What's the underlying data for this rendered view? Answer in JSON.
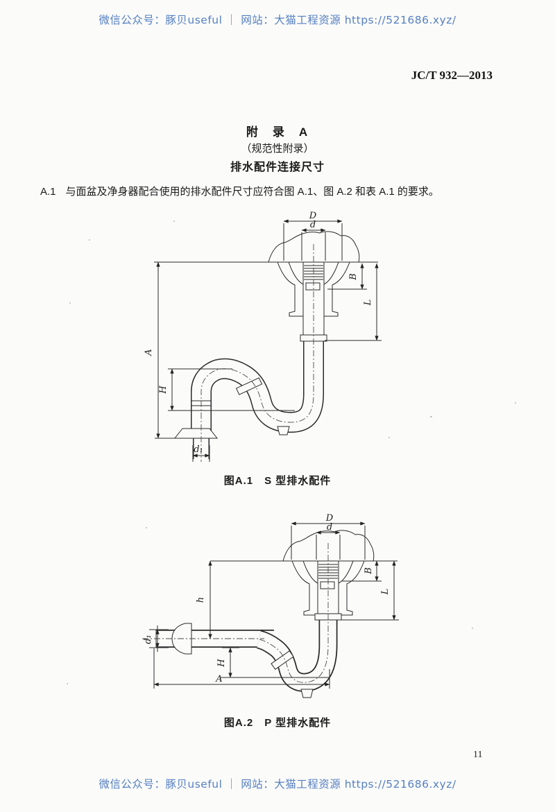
{
  "page": {
    "watermark_top": "微信公众号：豚贝useful ｜ 网站：大猫工程资源 https://521686.xyz/",
    "watermark_bottom": "微信公众号：豚贝useful ｜ 网站：大猫工程资源 https://521686.xyz/",
    "header_code": "JC/T 932—2013",
    "page_number": "11"
  },
  "appendix": {
    "title": "附　录　A",
    "subtitle": "（规范性附录）",
    "heading": "排水配件连接尺寸",
    "clause_id": "A.1",
    "clause_text": "与面盆及净身器配合使用的排水配件尺寸应符合图 A.1、图 A.2 和表 A.1 的要求。"
  },
  "figure_a1": {
    "caption": "图A.1　S 型排水配件",
    "dims": {
      "D": "D",
      "d": "d",
      "B": "B",
      "L": "L",
      "A": "A",
      "H": "H",
      "d1": "d₁"
    }
  },
  "figure_a2": {
    "caption": "图A.2　P 型排水配件",
    "dims": {
      "D": "D",
      "d": "d",
      "B": "B",
      "L": "L",
      "h": "h",
      "H": "H",
      "A": "A",
      "d1": "d₁"
    }
  },
  "colors": {
    "watermark_blue": "#5580c3",
    "ink": "#222222",
    "paper": "#fbfbf9"
  }
}
